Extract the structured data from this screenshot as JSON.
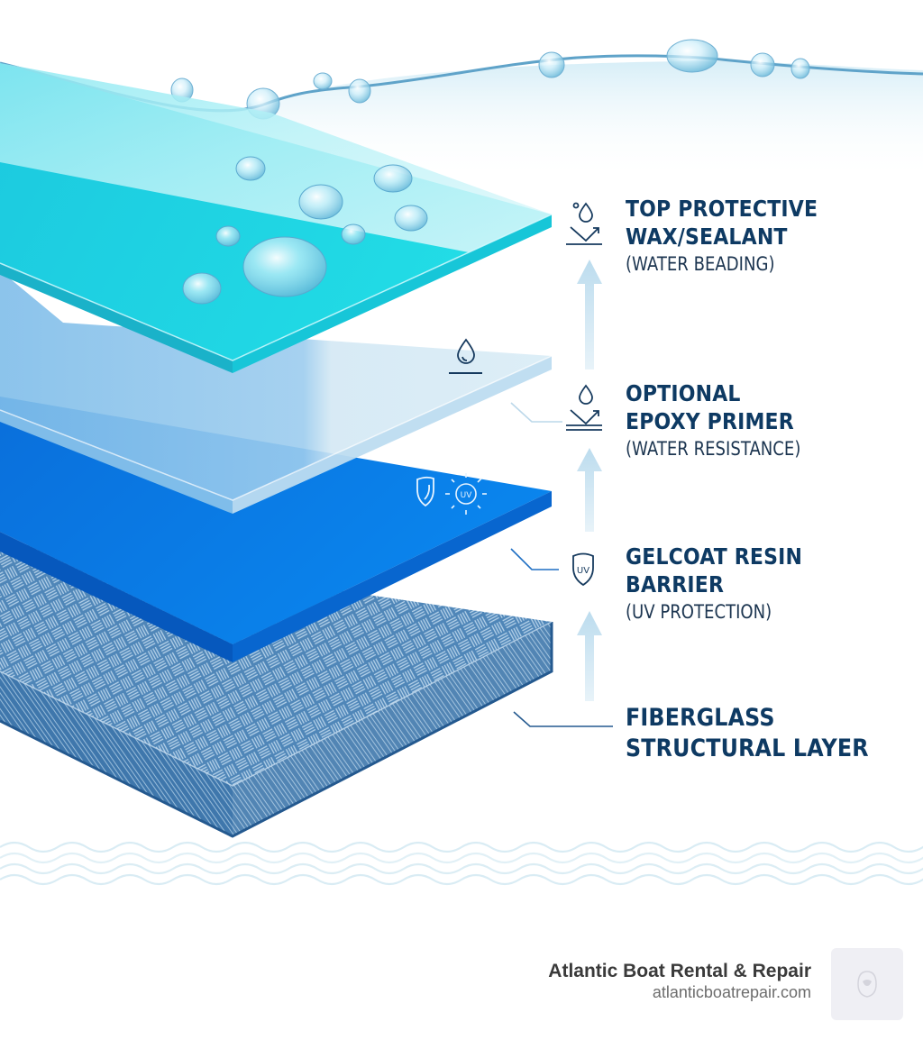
{
  "diagram": {
    "type": "layered cross-section",
    "layers": [
      {
        "id": "wax",
        "title_line1": "TOP PROTECTIVE",
        "title_line2": "WAX/SEALANT",
        "subtitle": "(WATER BEADING)",
        "icon": "water-beading-icon",
        "color": "#1fd6e6"
      },
      {
        "id": "primer",
        "title_line1": "OPTIONAL",
        "title_line2": "EPOXY PRIMER",
        "subtitle": "(WATER RESISTANCE)",
        "icon": "water-resistance-icon",
        "color": "#cfe6f3"
      },
      {
        "id": "gelcoat",
        "title_line1": "GELCOAT RESIN",
        "title_line2": "BARRIER",
        "subtitle": "(UV PROTECTION)",
        "icon": "uv-shield-icon",
        "icon_text": "UV",
        "color": "#0a7de8"
      },
      {
        "id": "fiberglass",
        "title_line1": "FIBERGLASS",
        "title_line2": "STRUCTURAL LAYER",
        "color": "#4a7fb0"
      }
    ],
    "layer_icons": {
      "primer_surface_icon": "water-drop-icon",
      "gelcoat_surface_icons": [
        "shield-icon",
        "uv-sun-icon"
      ],
      "uv_text": "UV"
    },
    "colors": {
      "text_dark": "#0e3a63",
      "arrow": "#cfe5f1",
      "wave_lines": "#b9dceb",
      "water_line": "#5fa3c9"
    }
  },
  "branding": {
    "company_name": "Atlantic Boat Rental & Repair",
    "website": "atlanticboatrepair.com",
    "logo": "logo-icon"
  }
}
